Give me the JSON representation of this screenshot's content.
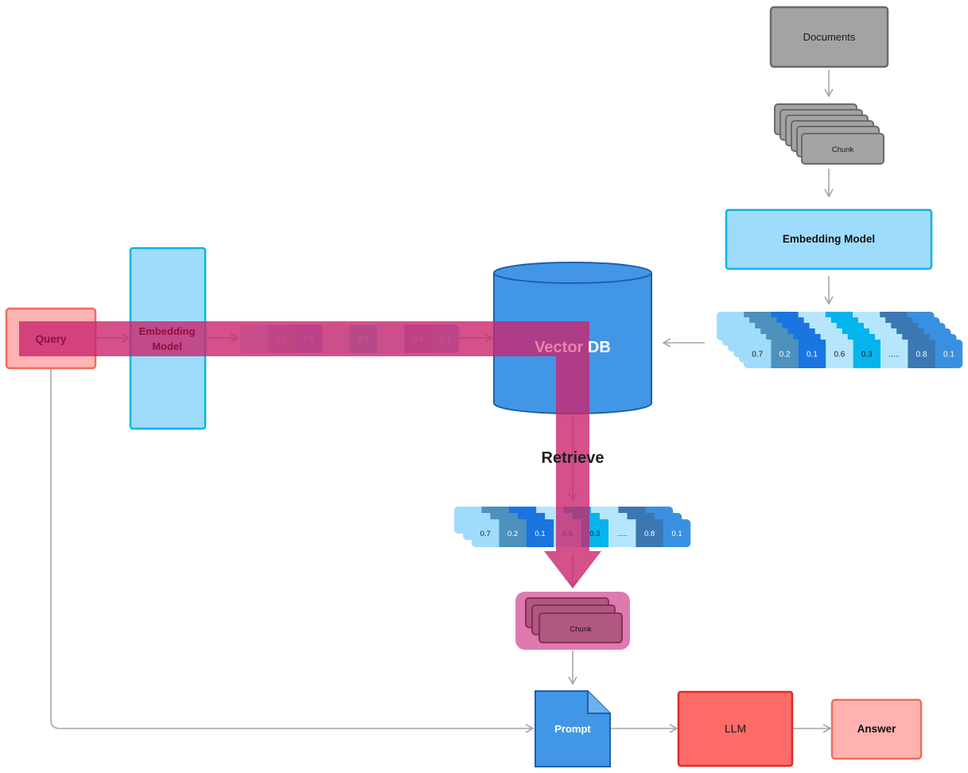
{
  "nodes": {
    "documents": "Documents",
    "chunk": "Chunk",
    "embedding_model_right": "Embedding Model",
    "embedding_model_left": [
      "Embedding",
      "Model"
    ],
    "query": "Query",
    "vector_db": [
      "Vector",
      "DB"
    ],
    "retrieve": "Retrieve",
    "retrieved_chunk": "Chunk",
    "prompt": "Prompt",
    "llm": "LLM",
    "answer": "Answer"
  },
  "vector_values": [
    "0.7",
    "0.2",
    "0.1",
    "0.6",
    "0.3",
    ".....",
    "0.8",
    "0.1"
  ],
  "colors": {
    "vector_cells": [
      "#9fdcfb",
      "#4e91bd",
      "#1a75e0",
      "#b6e6fd",
      "#05b4ec",
      "#b6e6fd",
      "#3b78b3",
      "#3a90e0"
    ],
    "vector_text_dark": [
      "#1a1a1a",
      "#ffffff",
      "#ffffff",
      "#1a1a1a",
      "#1a1a1a",
      "#1a1a1a",
      "#ffffff",
      "#ffffff"
    ],
    "gray_box": "#a3a3a3",
    "light_blue": "#9fdcfb",
    "cyan_border": "#05b4ec",
    "db_blue": "#4196e6",
    "db_border": "#1d5fae",
    "query_fill": "#ffb3b3",
    "query_border": "#f26b5b",
    "llm_fill": "#ff6b66",
    "llm_border": "#e02a2a",
    "answer_fill": "#ffb3b0",
    "highlight_pink": "#c9256e",
    "arrow_gray": "#a6a6a6"
  }
}
